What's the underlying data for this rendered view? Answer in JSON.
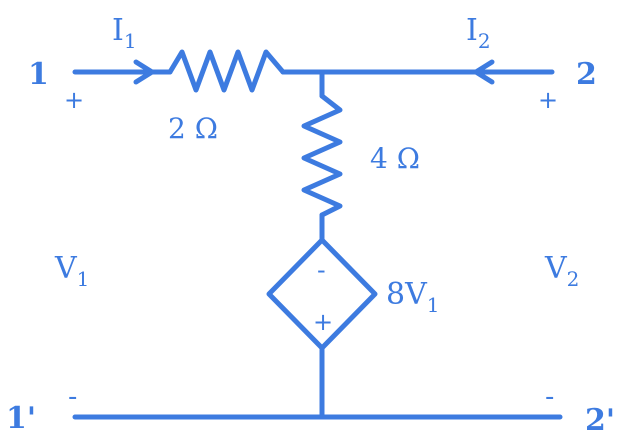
{
  "colors": {
    "wire": "#3d7be0",
    "background": "#ffffff"
  },
  "ports": {
    "port1": "1",
    "port1_ref": "1'",
    "port2": "2",
    "port2_ref": "2'"
  },
  "currents": {
    "i1": {
      "base": "I",
      "sub": "1"
    },
    "i2": {
      "base": "I",
      "sub": "2"
    }
  },
  "voltages": {
    "v1": {
      "base": "V",
      "sub": "1"
    },
    "v2": {
      "base": "V",
      "sub": "2"
    }
  },
  "components": {
    "series_resistor": "2 Ω",
    "shunt_resistor": "4 Ω",
    "dependent_source": {
      "base": "8V",
      "sub": "1"
    }
  },
  "polarity": {
    "plus": "+",
    "minus": "-"
  }
}
